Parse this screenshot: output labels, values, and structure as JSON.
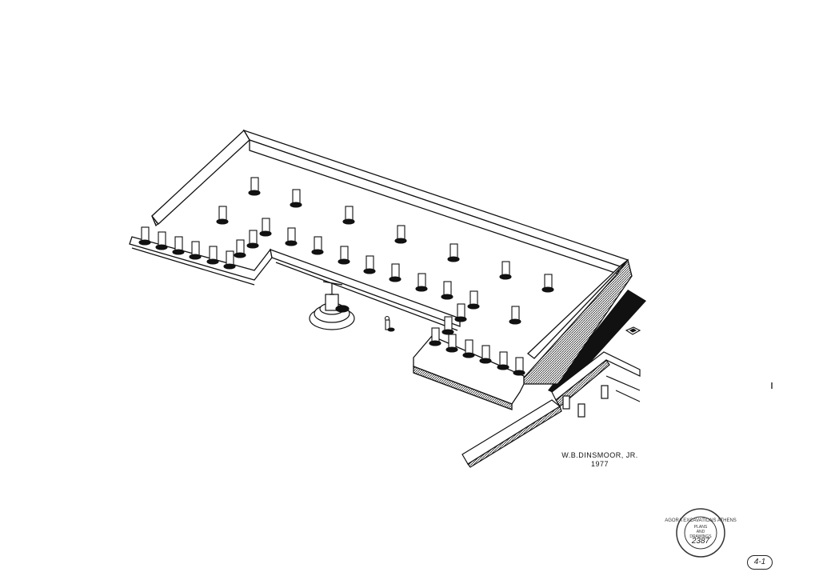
{
  "drawing": {
    "signature_name": "W.B.DINSMOOR, JR.",
    "signature_year": "1977",
    "sheet_number": "4-1"
  },
  "stamp": {
    "ring_text": "AGORA EXCAVATIONS ATHENS",
    "line1": "PLANS",
    "line2": "AND",
    "line3": "DRAWINGS",
    "number": "2387"
  }
}
